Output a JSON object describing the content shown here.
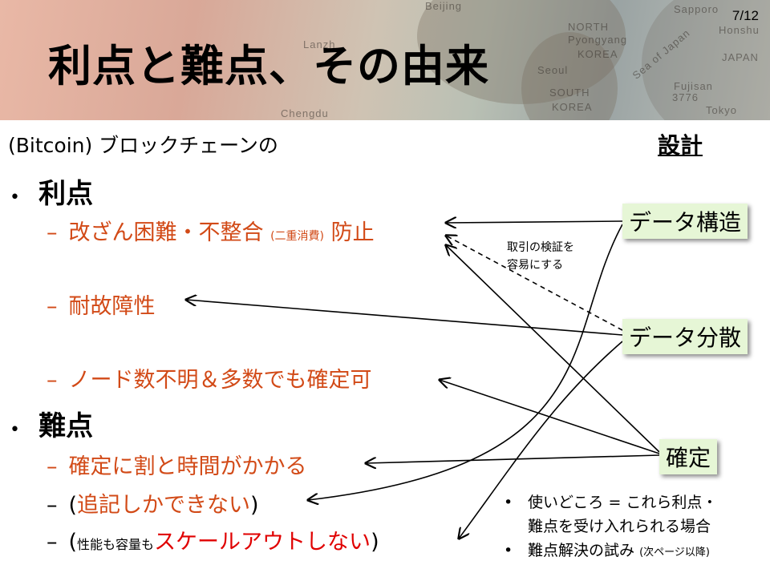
{
  "page_number": "7/12",
  "title": "利点と難点、その由来",
  "map_labels": {
    "beijing": "Beijing",
    "north": "NORTH",
    "pyongyang": "Pyongyang",
    "korea": "KOREA",
    "seoul": "Seoul",
    "south": "SOUTH",
    "korea2": "KOREA",
    "sea_of_japan": "Sea of Japan",
    "japan": "JAPAN",
    "sapporo": "Sapporo",
    "honshu": "Honshu",
    "fujisan": "Fujisan",
    "elevation": "3776",
    "tokyo": "Tokyo",
    "lanzhou": "Lanzh",
    "chengdu": "Chengdu"
  },
  "subtitle": "(Bitcoin) ブロックチェーンの",
  "design_label": "設計",
  "bullet_glyph": "•",
  "dash_glyph": "–",
  "merits": {
    "heading": "利点",
    "items": {
      "tamper_main": "改ざん困難・不整合",
      "tamper_small": "(二重消費)",
      "tamper_end": "防止",
      "fault_tolerance": "耐故障性",
      "finality": "ノード数不明＆多数でも確定可"
    }
  },
  "demerits": {
    "heading": "難点",
    "items": {
      "slow_confirm": "確定に割と時間がかかる",
      "append_open": "(",
      "append_only": "追記しかできない",
      "append_close": ")",
      "scale_open": "(",
      "scale_small": "性能も容量も",
      "scale_main": "スケールアウトしない",
      "scale_close": ")"
    }
  },
  "boxes": {
    "data_structure": "データ構造",
    "data_distribution": "データ分散",
    "confirmation": "確定"
  },
  "note": {
    "line1": "取引の検証を",
    "line2": "容易にする"
  },
  "footnotes": {
    "usage_line1": "使いどころ = これら利点・",
    "usage_line2": "難点を受け入れられる場合",
    "attempts_main": "難点解決の試み",
    "attempts_small": "(次ページ以降)"
  }
}
